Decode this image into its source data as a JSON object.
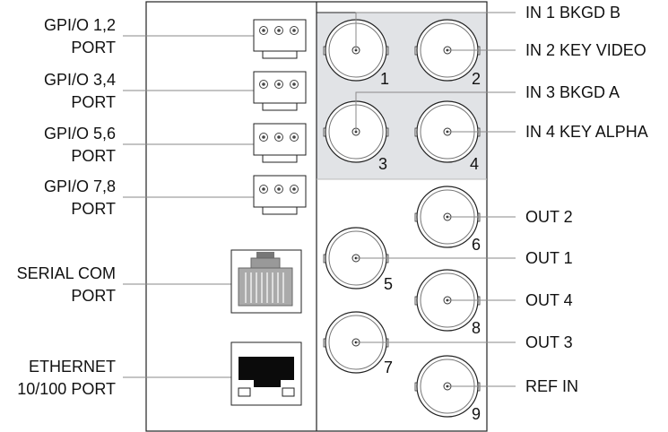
{
  "left_labels": {
    "gpio_12": [
      "GPI/O 1,2",
      "PORT"
    ],
    "gpio_34": [
      "GPI/O 3,4",
      "PORT"
    ],
    "gpio_56": [
      "GPI/O 5,6",
      "PORT"
    ],
    "gpio_78": [
      "GPI/O 7,8",
      "PORT"
    ],
    "serial": [
      "SERIAL COM",
      "PORT"
    ],
    "ethernet": [
      "ETHERNET",
      "10/100 PORT"
    ]
  },
  "right_labels": {
    "in1": "IN 1 BKGD B",
    "in2": "IN 2 KEY VIDEO",
    "in3": "IN 3 BKGD A",
    "in4": "IN 4 KEY ALPHA",
    "out2": "OUT 2",
    "out1": "OUT 1",
    "out4": "OUT 4",
    "out3": "OUT 3",
    "ref": "REF IN"
  },
  "connector_numbers": [
    "1",
    "2",
    "3",
    "4",
    "5",
    "6",
    "7",
    "8",
    "9"
  ],
  "colors": {
    "input_panel": "#e1e3e6",
    "line": "#222222",
    "leader": "#8a8a8a"
  }
}
